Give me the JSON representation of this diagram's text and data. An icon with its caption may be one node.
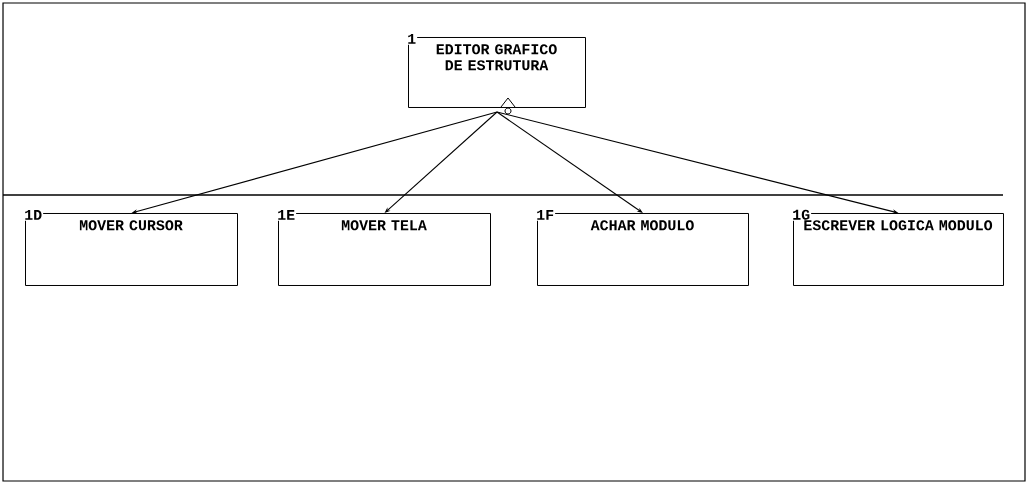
{
  "diagram": {
    "nodes": [
      {
        "text": [
          "1",
          "EDITOR GRAFICO DE ESTRUTURA"
        ]
      },
      {
        "text": [
          "1D",
          "MOVER CURSOR"
        ]
      },
      {
        "text": [
          "1E",
          "MOVER TELA"
        ]
      },
      {
        "text": [
          "1F",
          "ACHAR MODULO"
        ]
      },
      {
        "text": [
          "1G",
          "ESCREVER LOGICA MODULO"
        ]
      }
    ],
    "edges": [
      {
        "from": 0,
        "to": 1,
        "arrow": "to"
      },
      {
        "from": 0,
        "to": 2,
        "arrow": "to"
      },
      {
        "from": 0,
        "to": 3,
        "arrow": "to"
      },
      {
        "from": 0,
        "to": 4,
        "arrow": "to"
      }
    ]
  }
}
